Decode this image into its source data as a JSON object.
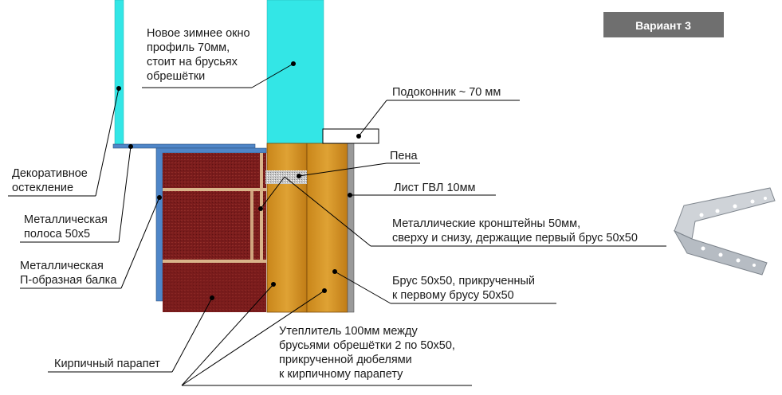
{
  "badge": {
    "text": "Вариант 3",
    "bg": "#6f6f6f"
  },
  "labels": {
    "new_window": [
      "Новое зимнее окно",
      "профиль 70мм,",
      "стоит на брусьях",
      "обрешётки"
    ],
    "sill": "Подоконник ~ 70 мм",
    "foam": "Пена",
    "gvl": "Лист ГВЛ 10мм",
    "brackets": [
      "Металлические кронштейны 50мм,",
      "сверху и снизу, держащие первый брус 50x50"
    ],
    "beam": [
      "Брус 50x50, прикрученный",
      "к первому брусу 50x50"
    ],
    "insulation": [
      "Утеплитель 100мм между",
      "брусьями обрешётки 2 по 50x50,",
      "прикрученной дюбелями",
      "к кирпичному парапету"
    ],
    "decor": [
      "Декоративное",
      "остекление"
    ],
    "strip": [
      "Металлическая",
      "полоса 50x5"
    ],
    "channel": [
      "Металлическая",
      "П-образная балка"
    ],
    "parapet": "Кирпичный парапет"
  },
  "colors": {
    "glass": "#33e6e6",
    "wood": "#d4951c",
    "brick": "#7a1c1c",
    "mortar": "#d9b48a",
    "metal": "#4f86c8",
    "gvl": "#9a9a9a"
  }
}
